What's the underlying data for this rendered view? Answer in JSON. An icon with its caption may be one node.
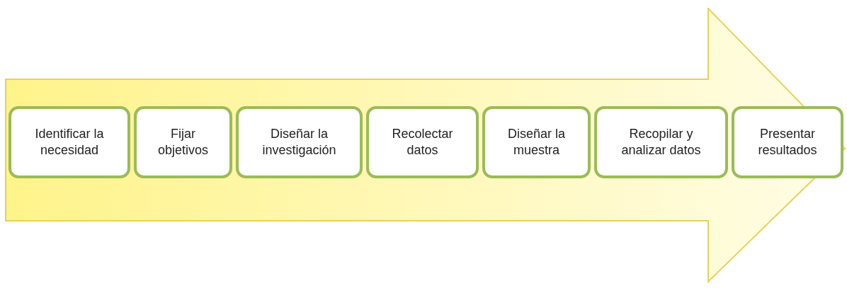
{
  "diagram": {
    "nodes": [
      {
        "text": [],
        "shape": "arrow"
      },
      {
        "text": [
          "Identificar la necesidad"
        ],
        "in": 0
      },
      {
        "text": [
          "Fijar objetivos"
        ],
        "in": 0
      },
      {
        "text": [
          "Diseñar la investigación"
        ],
        "in": 0
      },
      {
        "text": [
          "Recolectar datos"
        ],
        "in": 0
      },
      {
        "text": [
          "Diseñar la muestra"
        ],
        "in": 0
      },
      {
        "text": [
          "Recopilar y analizar datos"
        ],
        "in": 0
      },
      {
        "text": [
          "Presentar resultados"
        ],
        "in": 0
      }
    ]
  }
}
